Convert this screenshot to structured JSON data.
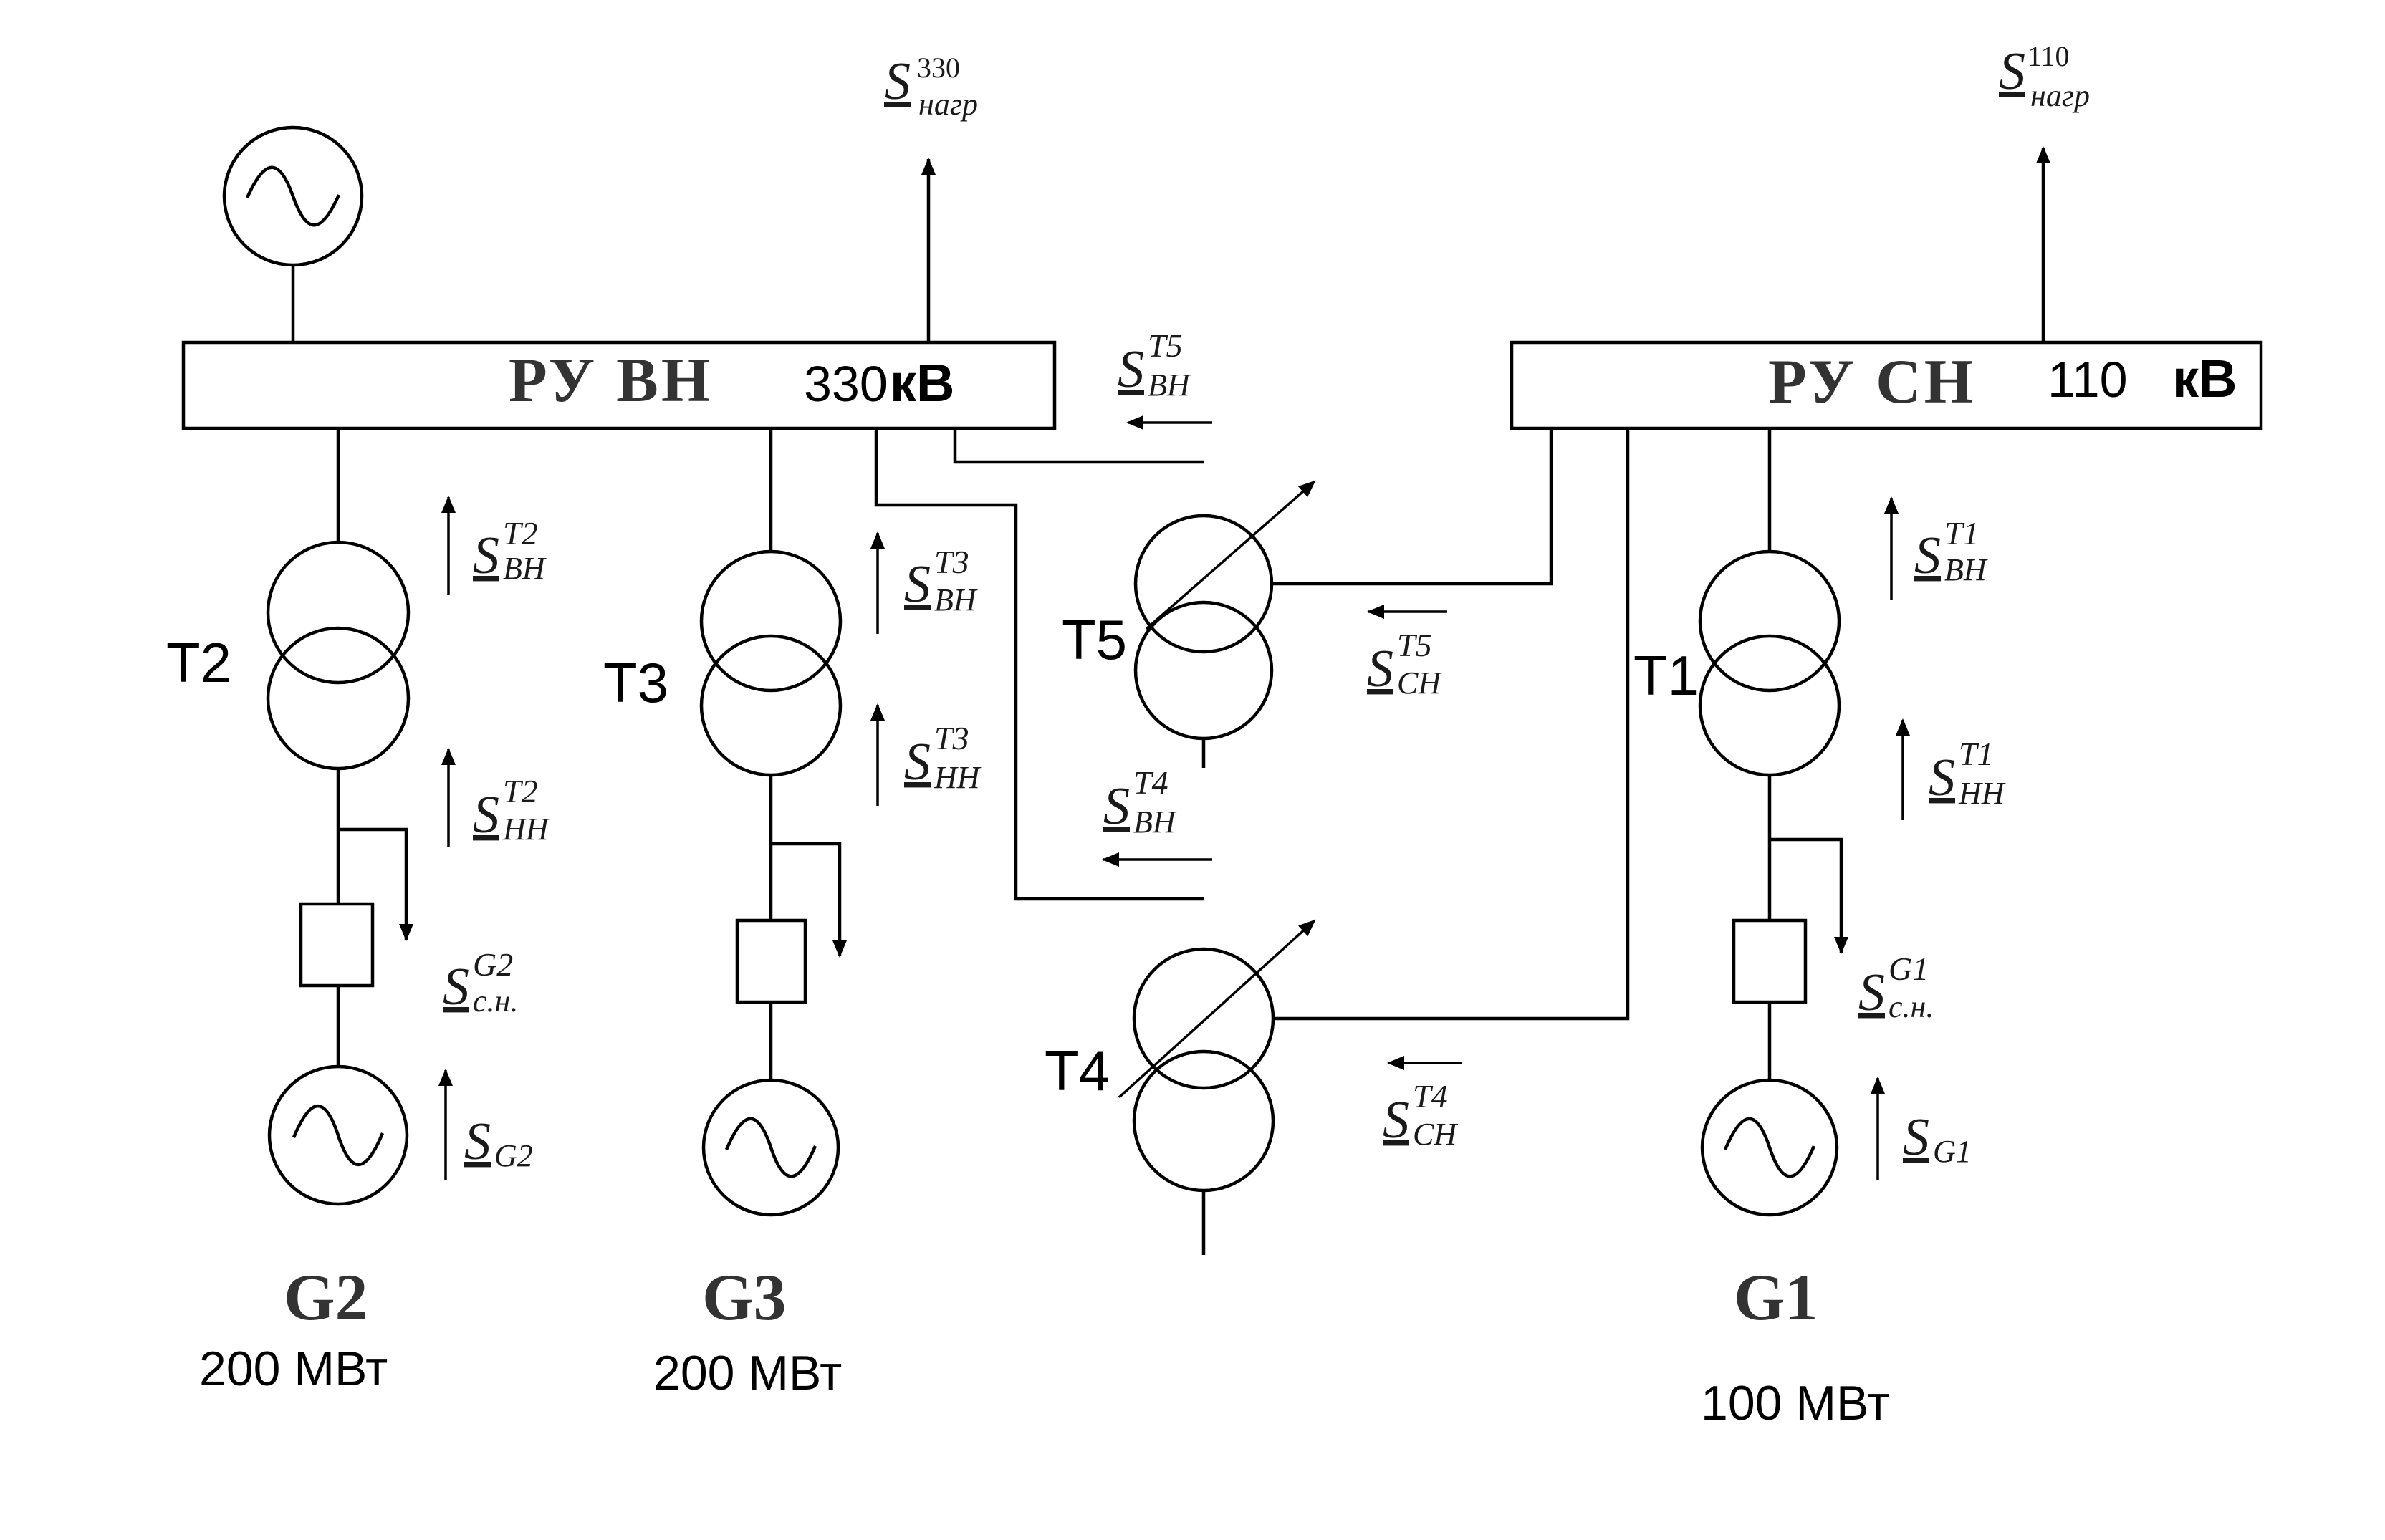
{
  "buses": {
    "hv": {
      "name": "РУ ВН",
      "voltage": "330",
      "unit": "кВ"
    },
    "mv": {
      "name": "РУ СН",
      "voltage": "110",
      "unit": "кВ"
    }
  },
  "loads": {
    "hv": {
      "symbol": "S",
      "sup": "330",
      "sub": "нагр"
    },
    "mv": {
      "symbol": "S",
      "sup": "110",
      "sub": "нагр"
    }
  },
  "transformers": {
    "t1": "T1",
    "t2": "T2",
    "t3": "T3",
    "t4": "T4",
    "t5": "T5"
  },
  "generators": {
    "g1": {
      "name": "G1",
      "power": "100 МВт"
    },
    "g2": {
      "name": "G2",
      "power": "200 МВт"
    },
    "g3": {
      "name": "G3",
      "power": "200 МВт"
    }
  },
  "flows": {
    "t2_vn": {
      "symbol": "S",
      "sup": "T2",
      "sub": "ВН"
    },
    "t2_nn": {
      "symbol": "S",
      "sup": "T2",
      "sub": "НН"
    },
    "g2_sn": {
      "symbol": "S",
      "sup": "G2",
      "sub": "с.н."
    },
    "g2": {
      "symbol": "S",
      "sub": "G2"
    },
    "t3_vn": {
      "symbol": "S",
      "sup": "T3",
      "sub": "ВН"
    },
    "t3_nn": {
      "symbol": "S",
      "sup": "T3",
      "sub": "НН"
    },
    "t5_vn": {
      "symbol": "S",
      "sup": "T5",
      "sub": "ВН"
    },
    "t5_sn": {
      "symbol": "S",
      "sup": "T5",
      "sub": "СН"
    },
    "t4_vn": {
      "symbol": "S",
      "sup": "T4",
      "sub": "ВН"
    },
    "t4_sn": {
      "symbol": "S",
      "sup": "T4",
      "sub": "СН"
    },
    "t1_vn": {
      "symbol": "S",
      "sup": "T1",
      "sub": "ВН"
    },
    "t1_nn": {
      "symbol": "S",
      "sup": "T1",
      "sub": "НН"
    },
    "g1_sn": {
      "symbol": "S",
      "sup": "G1",
      "sub": "с.н."
    },
    "g1": {
      "symbol": "S",
      "sub": "G1"
    }
  },
  "colors": {
    "line": "#000000",
    "background": "#ffffff"
  }
}
